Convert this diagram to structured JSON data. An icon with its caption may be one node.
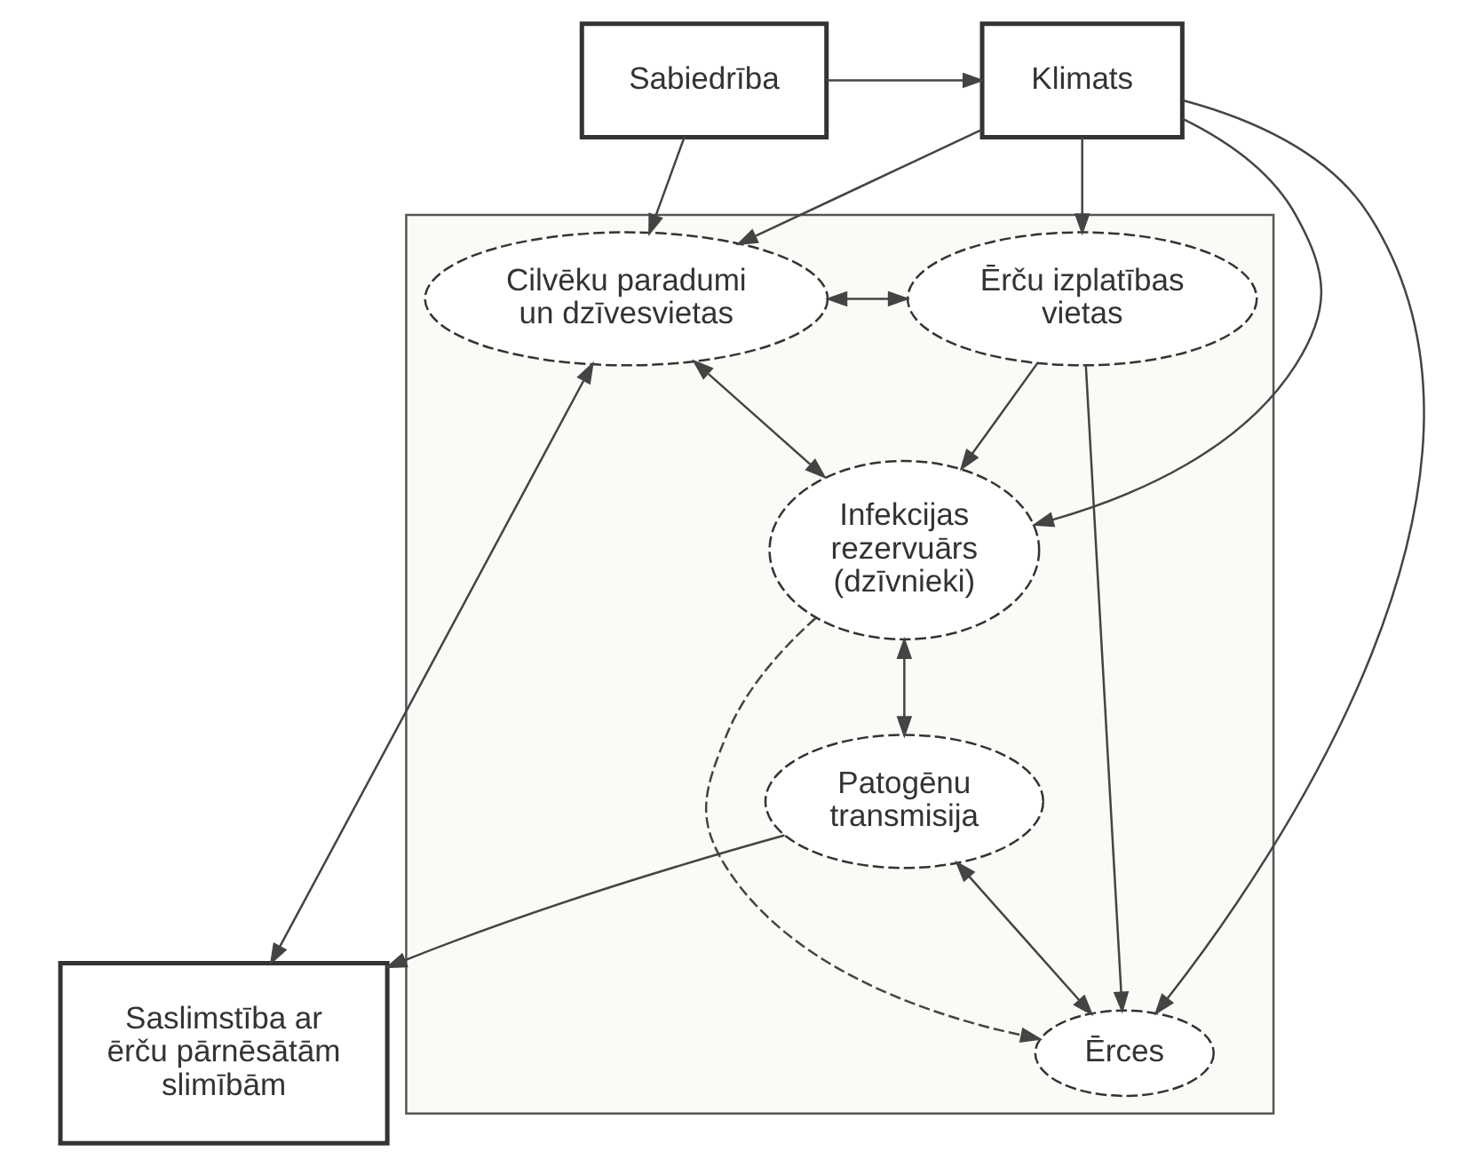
{
  "diagram": {
    "nodes": [
      {
        "text": [
          "Sabiedrība"
        ]
      },
      {
        "text": [
          "Klimats"
        ]
      },
      {
        "text": [],
        "shape": "box"
      },
      {
        "text": [
          "Cilvēku paradumi un dzīvesvietas"
        ],
        "in": 2
      },
      {
        "text": [
          "Infekcijas rezervuārs (dzīvnieki)"
        ],
        "in": 2
      },
      {
        "text": [
          "Ērču izplatības vietas"
        ],
        "in": 2
      },
      {
        "text": [
          "Ērces"
        ],
        "in": 2
      },
      {
        "text": [
          "Patogēnu transmisija"
        ],
        "in": 2
      },
      {
        "text": [
          "Saslimstība ar ērču pārnēsātām slimībām"
        ]
      }
    ],
    "edges": [
      {
        "from": 0,
        "to": 1,
        "arrow": "to"
      },
      {
        "from": 0,
        "to": 3,
        "arrow": "to"
      },
      {
        "from": 1,
        "to": 3,
        "arrow": "to"
      },
      {
        "from": 1,
        "to": 4,
        "arrow": "to"
      },
      {
        "from": 1,
        "to": 5,
        "arrow": "to"
      },
      {
        "from": 1,
        "to": 6,
        "arrow": "to"
      },
      {
        "from": 3,
        "to": 5,
        "arrow": "both"
      },
      {
        "from": 3,
        "to": 4,
        "arrow": "both"
      },
      {
        "from": 5,
        "to": 4,
        "arrow": "to"
      },
      {
        "from": 5,
        "to": 6,
        "arrow": "to"
      },
      {
        "from": 4,
        "to": 6,
        "arrow": "to",
        "style": "dashed"
      },
      {
        "from": 4,
        "to": 7,
        "arrow": "both"
      },
      {
        "from": 7,
        "to": 6,
        "arrow": "both"
      },
      {
        "from": 3,
        "to": 8,
        "arrow": "both"
      },
      {
        "from": 7,
        "to": 8,
        "arrow": "to"
      }
    ]
  }
}
